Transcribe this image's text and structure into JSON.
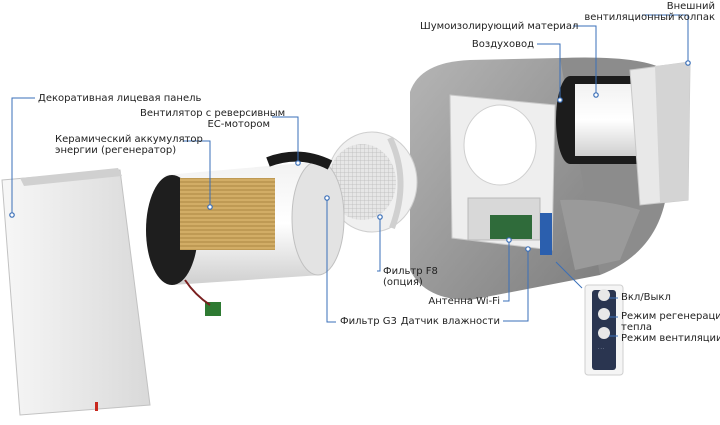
{
  "labels": {
    "front_panel": "Декоративная лицевая панель",
    "fan_line1": "Вентилятор с реверсивным",
    "fan_line2": "EC-мотором",
    "ceramic_line1": "Керамический аккумулятор",
    "ceramic_line2": "энергии (регенератор)",
    "filter_g3": "Фильтр G3",
    "filter_f8_line1": "Фильтр F8",
    "filter_f8_line2": "(опция)",
    "antenna": "Антенна Wi-Fi",
    "humidity": "Датчик влажности",
    "duct": "Воздуховод",
    "insulation": "Шумоизолирующий материал",
    "hood_line1": "Внешний",
    "hood_line2": "вентиляционный колпак",
    "on_off": "Вкл/Выкл",
    "regen_line1": "Режим регенерации",
    "regen_line2": "тепла",
    "vent_mode": "Режим вентиляции"
  },
  "colors": {
    "leader": "#3a6fb8",
    "dot": "#3a6fb8",
    "concrete": "#9b9b9b",
    "panel": "#ececec",
    "insulation": "#1c1c1c",
    "regenerator": "#c9a35a",
    "control_panel": "#2a3550"
  },
  "icons": {
    "leader_dot": "leader-dot-icon",
    "power": "power-button-icon",
    "fan": "fan-icon",
    "wave": "heat-wave-icon"
  }
}
